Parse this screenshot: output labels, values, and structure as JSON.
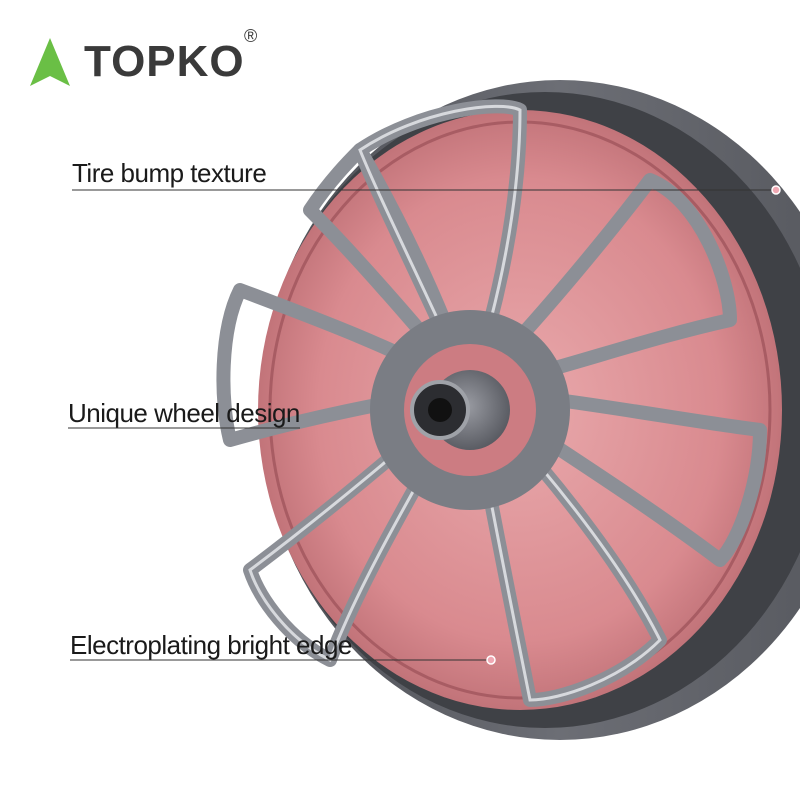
{
  "brand": {
    "name": "TOPKO",
    "registered_mark": "®",
    "logo_icon": "green-triangle-icon",
    "logo_color": "#6abf45"
  },
  "product_colors": {
    "pink": "#d98a8f",
    "pink_dark": "#b86a70",
    "steel": "#7a7d84",
    "tire": "#5f6168"
  },
  "callouts": [
    {
      "label": "Tire bump texture"
    },
    {
      "label": "Unique wheel design"
    },
    {
      "label": "Electroplating bright edge"
    }
  ]
}
